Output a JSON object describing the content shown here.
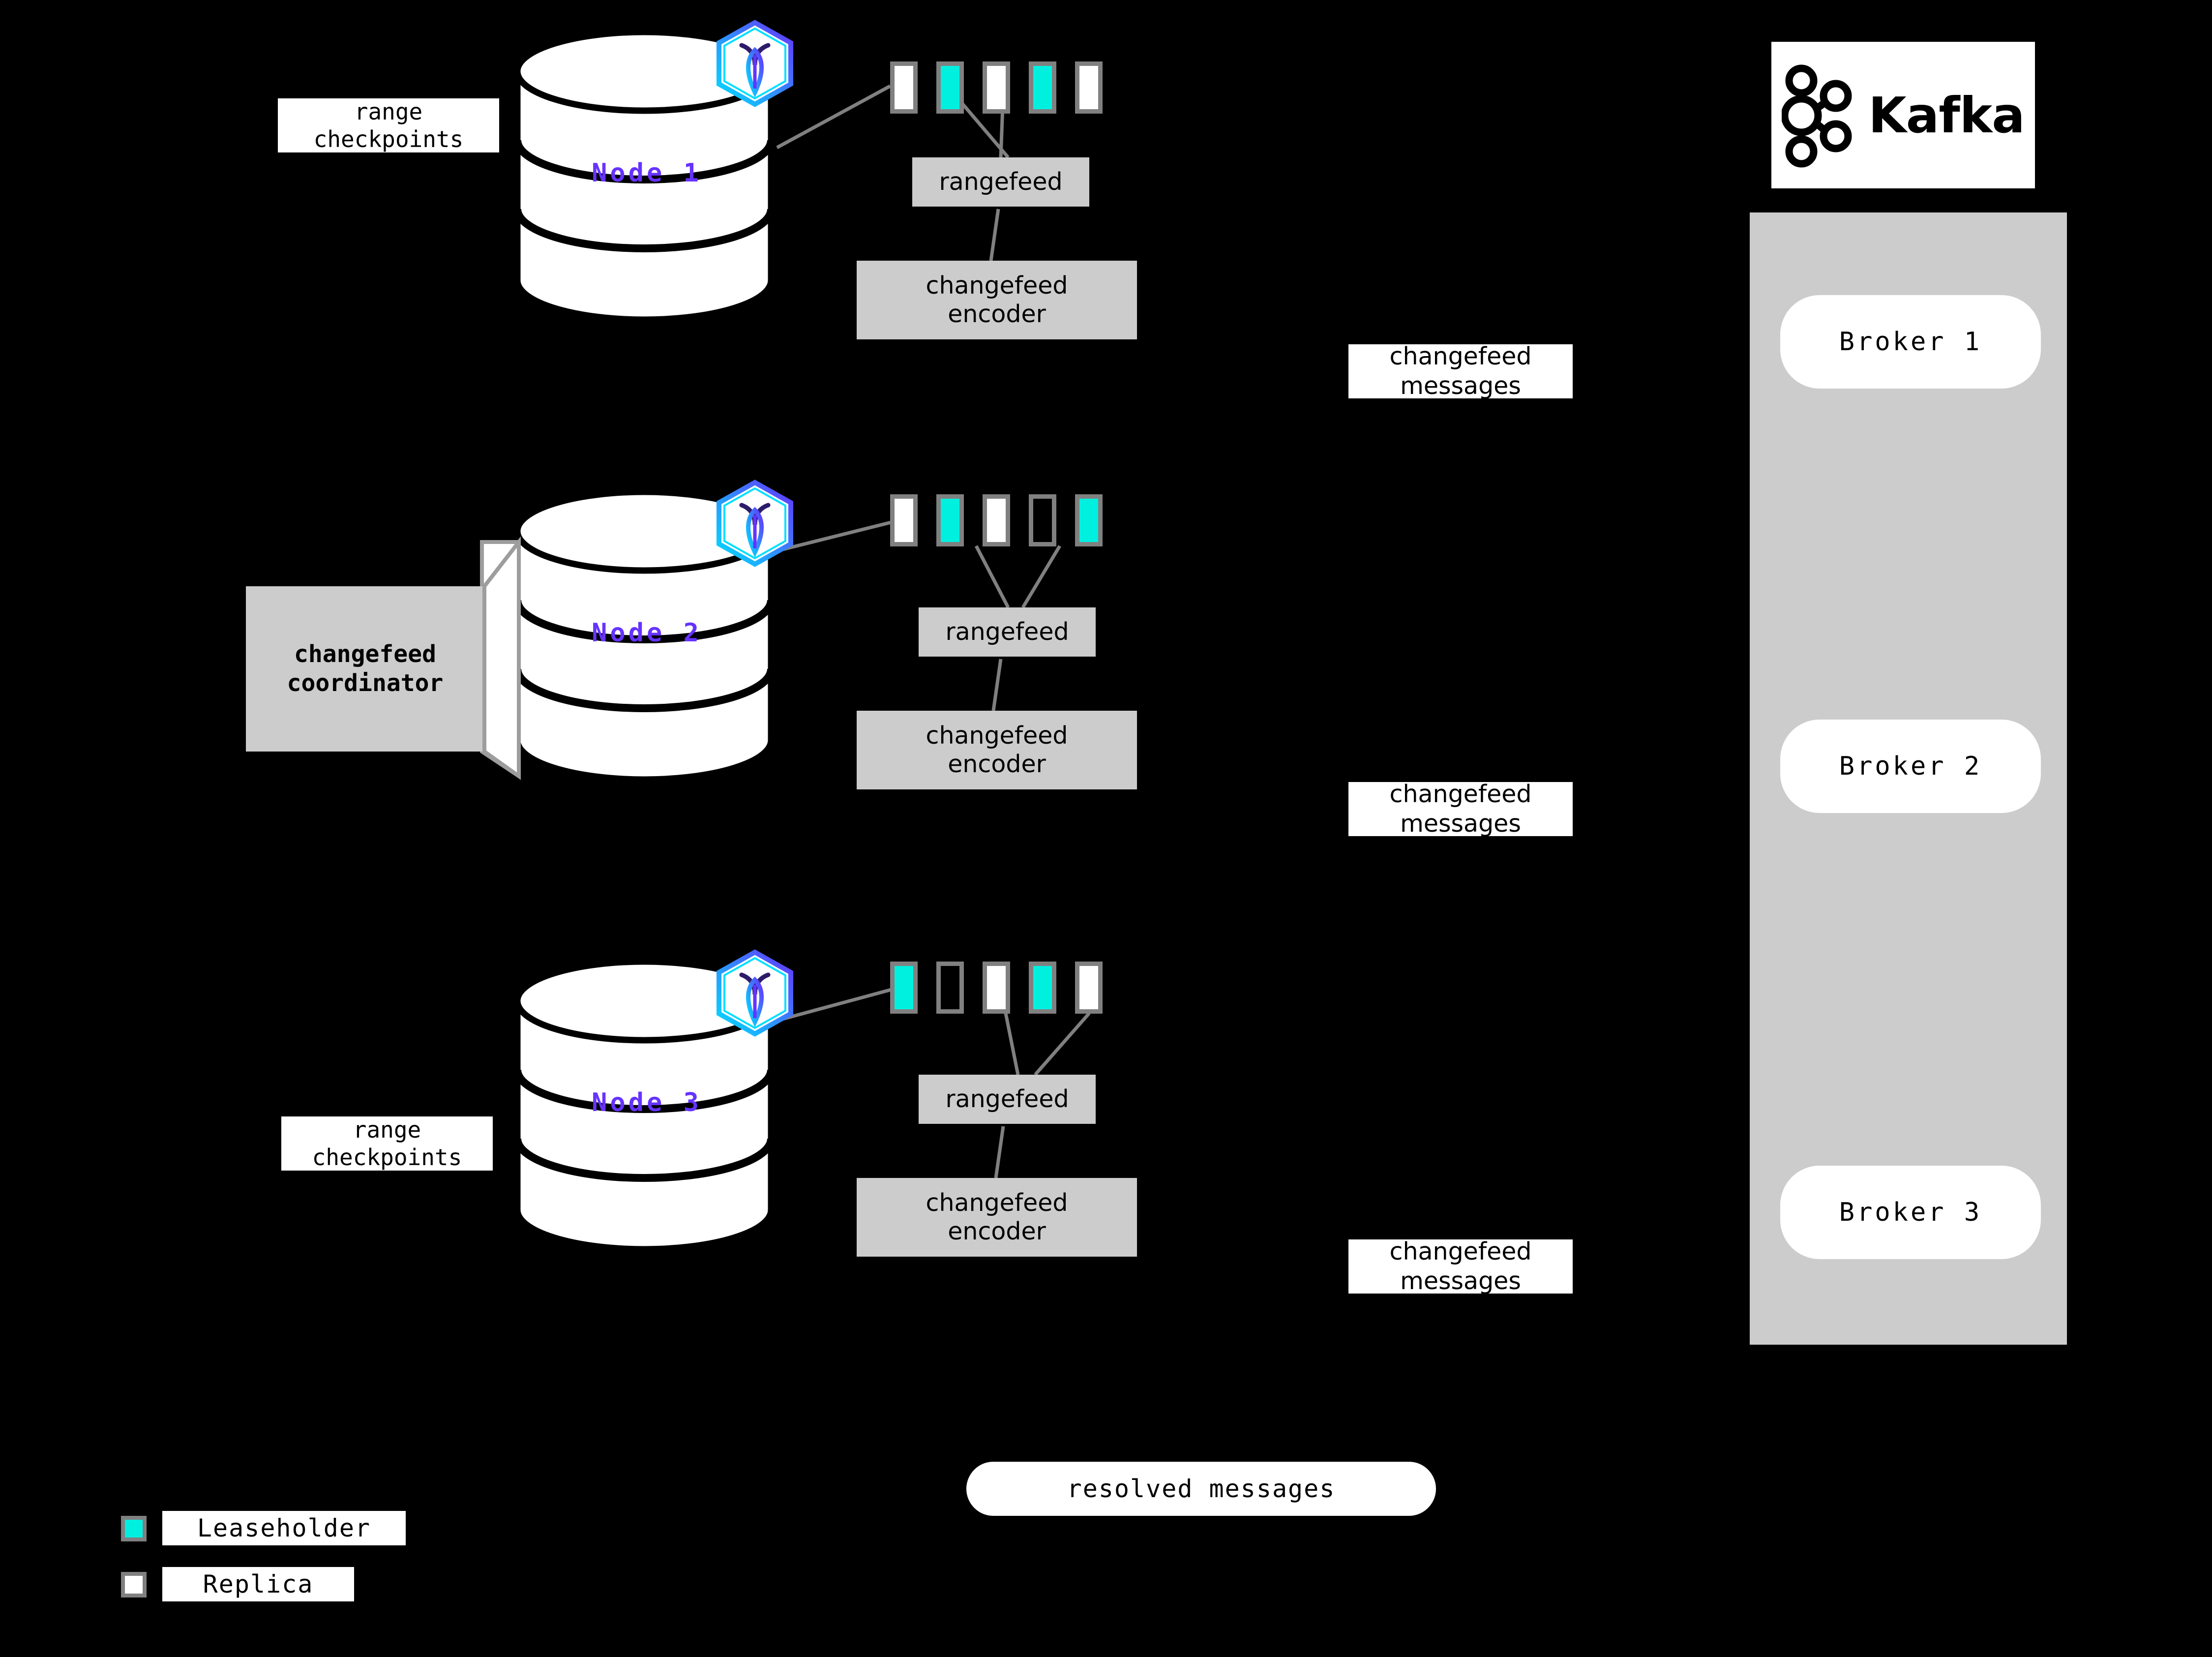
{
  "diagram": {
    "title": "CockroachDB changefeed to Kafka architecture",
    "background": "#000000",
    "accent_purple": "#6633FF",
    "leaseholder_color": "#00F0E0",
    "replica_color": "#FFFFFF",
    "box_gray": "#CCCCCC",
    "border_gray": "#808080"
  },
  "nodes": [
    {
      "label": "Node 1",
      "logo_icon": "cockroachdb-hexagon-icon",
      "ranges": [
        "replica",
        "leaseholder",
        "replica",
        "leaseholder",
        "replica"
      ],
      "rangefeed_label": "rangefeed",
      "encoder_label": "changefeed\nencoder",
      "side_label": "range\ncheckpoints",
      "has_coordinator": false
    },
    {
      "label": "Node 2",
      "logo_icon": "cockroachdb-hexagon-icon",
      "ranges": [
        "replica",
        "leaseholder",
        "replica",
        "empty",
        "leaseholder"
      ],
      "rangefeed_label": "rangefeed",
      "encoder_label": "changefeed\nencoder",
      "side_label": "",
      "has_coordinator": true,
      "coordinator_label": "changefeed\ncoordinator"
    },
    {
      "label": "Node 3",
      "logo_icon": "cockroachdb-hexagon-icon",
      "ranges": [
        "leaseholder",
        "empty",
        "replica",
        "leaseholder",
        "replica"
      ],
      "rangefeed_label": "rangefeed",
      "encoder_label": "changefeed\nencoder",
      "side_label": "range\ncheckpoints",
      "has_coordinator": false
    }
  ],
  "message_labels": [
    "changefeed\nmessages",
    "changefeed\nmessages",
    "changefeed\nmessages"
  ],
  "kafka": {
    "brand": "Kafka",
    "logo_icon": "kafka-node-graph-icon",
    "brokers": [
      "Broker 1",
      "Broker 2",
      "Broker 3"
    ]
  },
  "resolved": {
    "label": "resolved messages"
  },
  "legend": {
    "items": [
      {
        "swatch": "leaseholder",
        "label": "Leaseholder"
      },
      {
        "swatch": "replica",
        "label": "Replica"
      }
    ]
  }
}
